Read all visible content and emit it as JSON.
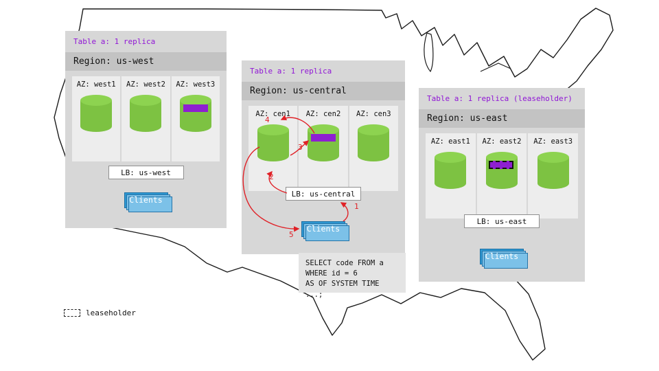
{
  "colors": {
    "accent_purple": "#8e1fd1",
    "replica_green": "#7dc242",
    "clients_blue": "#2e97d1",
    "arrow_red": "#e02127"
  },
  "panels": {
    "west": {
      "table_label": "Table a: 1 replica",
      "region_label": "Region: us-west",
      "azs": [
        {
          "label": "AZ: west1"
        },
        {
          "label": "AZ: west2"
        },
        {
          "label": "AZ: west3"
        }
      ],
      "lb_label": "LB: us-west",
      "clients_label": "Clients"
    },
    "central": {
      "table_label": "Table a: 1 replica",
      "region_label": "Region: us-central",
      "azs": [
        {
          "label": "AZ: cen1"
        },
        {
          "label": "AZ: cen2"
        },
        {
          "label": "AZ: cen3"
        }
      ],
      "lb_label": "LB: us-central",
      "clients_label": "Clients"
    },
    "east": {
      "table_label": "Table a: 1 replica (leaseholder)",
      "region_label": "Region: us-east",
      "azs": [
        {
          "label": "AZ: east1"
        },
        {
          "label": "AZ: east2"
        },
        {
          "label": "AZ: east3"
        }
      ],
      "lb_label": "LB: us-east",
      "clients_label": "Clients"
    }
  },
  "flow_steps": [
    "1",
    "2",
    "3",
    "4",
    "5"
  ],
  "sql_lines": [
    "SELECT code FROM a",
    "WHERE id = 6",
    "AS OF SYSTEM TIME ...;"
  ],
  "legend": {
    "label": "leaseholder"
  }
}
